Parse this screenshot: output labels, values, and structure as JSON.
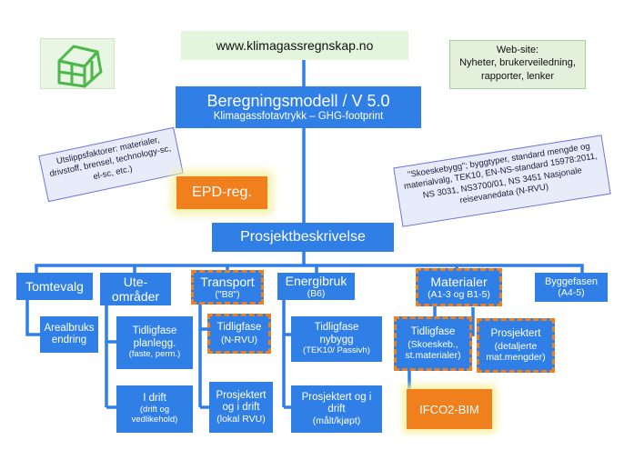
{
  "url_box": "www.klimagassregnskap.no",
  "website_note": {
    "title": "Web-site:",
    "line1": "Nyheter, brukerveiledning,",
    "line2": "rapporter, lenker"
  },
  "model": {
    "title": "Beregningsmodell / V 5.0",
    "subtitle": "Klimagassfotavtrykk – GHG-footprint"
  },
  "left_note": {
    "line1": "Utslippsfaktorer: materialer,",
    "line2": "drivstoff, brensel, technology-sc,",
    "line3": "el-sc, etc.)"
  },
  "right_note": {
    "line1": "\"Skoeskebygg\"; byggtyper, standard mengde og",
    "line2": "materialvalg, TEK10, EN-NS-standard 15978:2011,",
    "line3": "NS 3031, NS3700/01, NS 3451 Nasjonale",
    "line4": "reisevanedata (N-RVU)"
  },
  "epd": "EPD-reg.",
  "project": "Prosjektbeskrivelse",
  "categories": {
    "tomtevalg": {
      "title": "Tomtevalg"
    },
    "ute": {
      "title": "Ute-",
      "title2": "områder"
    },
    "transport": {
      "title": "Transport",
      "sub": "(\"B8\")"
    },
    "energi": {
      "title": "Energibruk",
      "sub": "(B6)"
    },
    "materialer": {
      "title": "Materialer",
      "sub": "(A1-3 og B1-5)"
    },
    "byggefasen": {
      "title": "Byggefasen",
      "sub": "(A4-5)"
    }
  },
  "sub": {
    "arealbruk": {
      "l1": "Arealbruks",
      "l2": "endring"
    },
    "ute_tidlig": {
      "l1": "Tidligfase",
      "l2": "planlegg.",
      "l3": "(faste, perm.)"
    },
    "ute_drift": {
      "l1": "I drift",
      "l2": "(drift og",
      "l3": "vedlikehold)"
    },
    "trans_tidlig": {
      "l1": "Tidligfase",
      "l2": "(N-RVU)"
    },
    "trans_prosj": {
      "l1": "Prosjektert",
      "l2": "og i drift",
      "l3": "(lokal RVU)"
    },
    "energi_tidlig": {
      "l1": "Tidligfase",
      "l2": "nybygg",
      "l3": "(TEK10/ Passivh)"
    },
    "energi_prosj": {
      "l1": "Prosjektert og i",
      "l2": "drift",
      "l3": "(målt/kjøpt)"
    },
    "mat_tidlig": {
      "l1": "Tidligfase",
      "l2": "(Skoeskeb.,",
      "l3": "st.materialer)"
    },
    "mat_prosj": {
      "l1": "Prosjektert",
      "l2": "(detaljerte",
      "l3": "mat.mengder)"
    },
    "ifco": "IFCO2-BIM"
  },
  "colors": {
    "blue": "#2f7fe6",
    "orange": "#f07f1e",
    "url_bg": "#e3f5dc",
    "note_bg": "#e8ecfa",
    "ifco_bg": "#f07f1e"
  },
  "icons": {
    "logo": "greenhouse-icon"
  }
}
